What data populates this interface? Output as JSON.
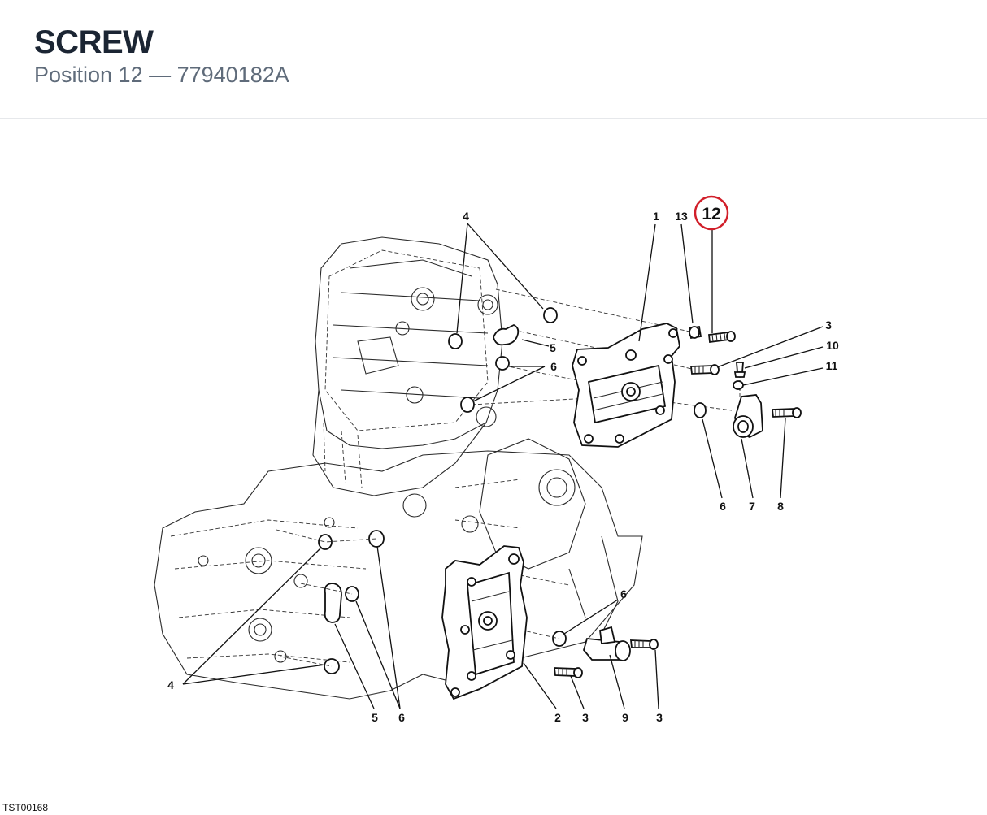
{
  "header": {
    "title": "SCREW",
    "subtitle": "Position 12 — 77940182A"
  },
  "diagram": {
    "highlight_label": "12",
    "highlight_color": "#d11f2a",
    "labels": {
      "l4_top": "4",
      "l1": "1",
      "l13": "13",
      "l3_a": "3",
      "l5_top": "5",
      "l6_top": "6",
      "l10": "10",
      "l11": "11",
      "l6_mid": "6",
      "l7": "7",
      "l8": "8",
      "l6_low": "6",
      "l4_bot": "4",
      "l5_bot": "5",
      "l6_bot": "6",
      "l2": "2",
      "l3_b": "3",
      "l9": "9",
      "l3_c": "3"
    }
  },
  "footer": {
    "code": "TST00168"
  }
}
